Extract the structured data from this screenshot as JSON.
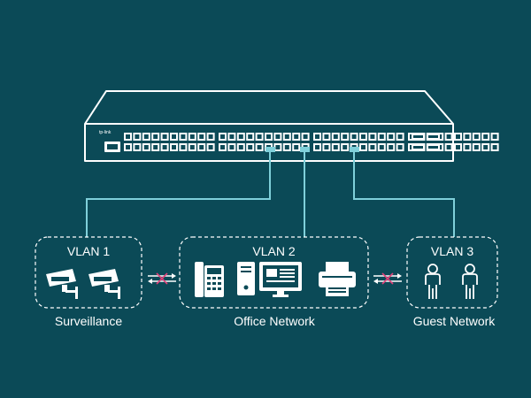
{
  "colors": {
    "background": "#0b4a57",
    "line": "#7fd0da",
    "white": "#ffffff",
    "port": "#0b4a57",
    "cross": "#e0427a"
  },
  "switch": {
    "brand": "tp-link",
    "ports_per_block_row": 10,
    "blocks": 4,
    "sfp_ports": 4
  },
  "groups": [
    {
      "vlan": "VLAN 1",
      "name": "Surveillance"
    },
    {
      "vlan": "VLAN 2",
      "name": "Office Network"
    },
    {
      "vlan": "VLAN 3",
      "name": "Guest Network"
    }
  ]
}
